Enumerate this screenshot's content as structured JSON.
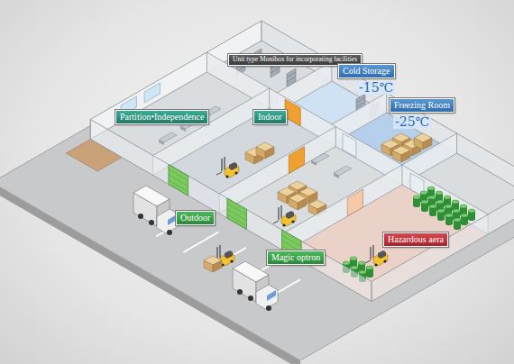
{
  "diagram": {
    "nodes": [
      {
        "text": [
          "Unit type Monibox for incorporating facilities"
        ]
      },
      {
        "text": [
          "Cold Storage",
          "-15℃"
        ]
      },
      {
        "text": [
          "Freezing Room",
          "-25℃"
        ]
      },
      {
        "text": [
          "Partition•Independence"
        ]
      },
      {
        "text": [
          "Indoor"
        ]
      },
      {
        "text": [
          "Outdoor"
        ]
      },
      {
        "text": [
          "Hazardous aera"
        ]
      },
      {
        "text": [
          "Magic optron"
        ]
      }
    ]
  }
}
